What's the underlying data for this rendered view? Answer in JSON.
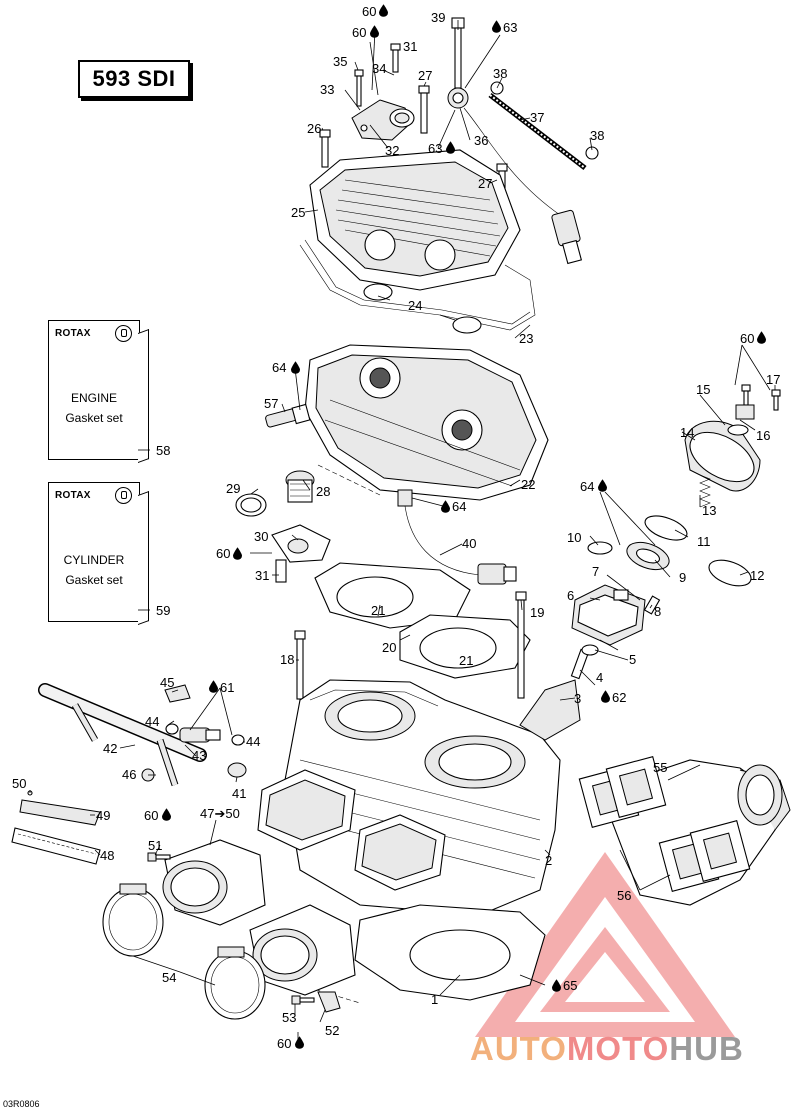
{
  "model_label": "593 SDI",
  "reference_code": "03R0806",
  "kits": [
    {
      "brand": "ROTAX",
      "line1": "ENGINE",
      "line2": "Gasket set",
      "callout": "58"
    },
    {
      "brand": "ROTAX",
      "line1": "CYLINDER",
      "line2": "Gasket set",
      "callout": "59"
    }
  ],
  "watermark": {
    "part1": "AUTO",
    "part2": "MOTO",
    "part3": "HUB",
    "colors": [
      "#f2b07c",
      "#f08a8a",
      "#9a9a9a"
    ]
  },
  "callouts": {
    "c1": "1",
    "c2": "2",
    "c3": "3",
    "c4": "4",
    "c5": "5",
    "c6": "6",
    "c7": "7",
    "c8": "8",
    "c9": "9",
    "c10": "10",
    "c11": "11",
    "c12": "12",
    "c13": "13",
    "c14": "14",
    "c15": "15",
    "c16": "16",
    "c17": "17",
    "c18": "18",
    "c19": "19",
    "c20": "20",
    "c21a": "21",
    "c21b": "21",
    "c22": "22",
    "c23": "23",
    "c24": "24",
    "c25": "25",
    "c26": "26",
    "c27a": "27",
    "c27b": "27",
    "c28": "28",
    "c29": "29",
    "c30": "30",
    "c31a": "31",
    "c31b": "31",
    "c32": "32",
    "c33": "33",
    "c34": "34",
    "c35": "35",
    "c36": "36",
    "c37": "37",
    "c38a": "38",
    "c38b": "38",
    "c39": "39",
    "c40": "40",
    "c41": "41",
    "c42": "42",
    "c43": "43",
    "c44a": "44",
    "c44b": "44",
    "c45": "45",
    "c46": "46",
    "c47": "47➔50",
    "c48": "48",
    "c49": "49",
    "c50": "50",
    "c51": "51",
    "c52": "52",
    "c53": "53",
    "c54": "54",
    "c55": "55",
    "c56": "56",
    "c57": "57",
    "c60a": "60",
    "c60b": "60",
    "c60c": "60",
    "c60d": "60",
    "c60e": "60",
    "c60f": "60",
    "c61": "61",
    "c62": "62",
    "c63a": "63",
    "c63b": "63",
    "c64a": "64",
    "c64b": "64",
    "c64c": "64",
    "c65": "65"
  },
  "icons": {
    "fluid": "oil-drop-icon"
  }
}
